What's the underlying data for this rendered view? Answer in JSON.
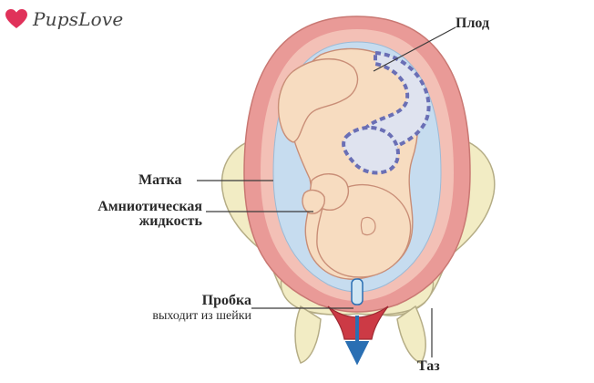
{
  "logo": {
    "text": "PupsLove",
    "heart_color": "#e0325a"
  },
  "labels": {
    "fetus": "Плод",
    "uterus": "Матка",
    "amniotic_line1": "Амниотическая",
    "amniotic_line2": "жидкость",
    "plug_line1": "Пробка",
    "plug_line2": "выходит из шейки",
    "pelvis": "Таз"
  },
  "colors": {
    "uterus_wall": "#e99a97",
    "uterus_inner": "#f3c0b6",
    "amniotic_fluid": "#c6dcef",
    "fetus_skin": "#f7dcc0",
    "fetus_outline": "#c98e77",
    "cord_light": "#dfe3ef",
    "cord_stripe": "#6a6fb5",
    "pelvis_bone": "#f2ecc4",
    "pelvis_outline": "#b5ad86",
    "cervix": "#cc3a45",
    "arrow": "#2a6fb3",
    "mucus_plug": "#cfe6f3"
  }
}
